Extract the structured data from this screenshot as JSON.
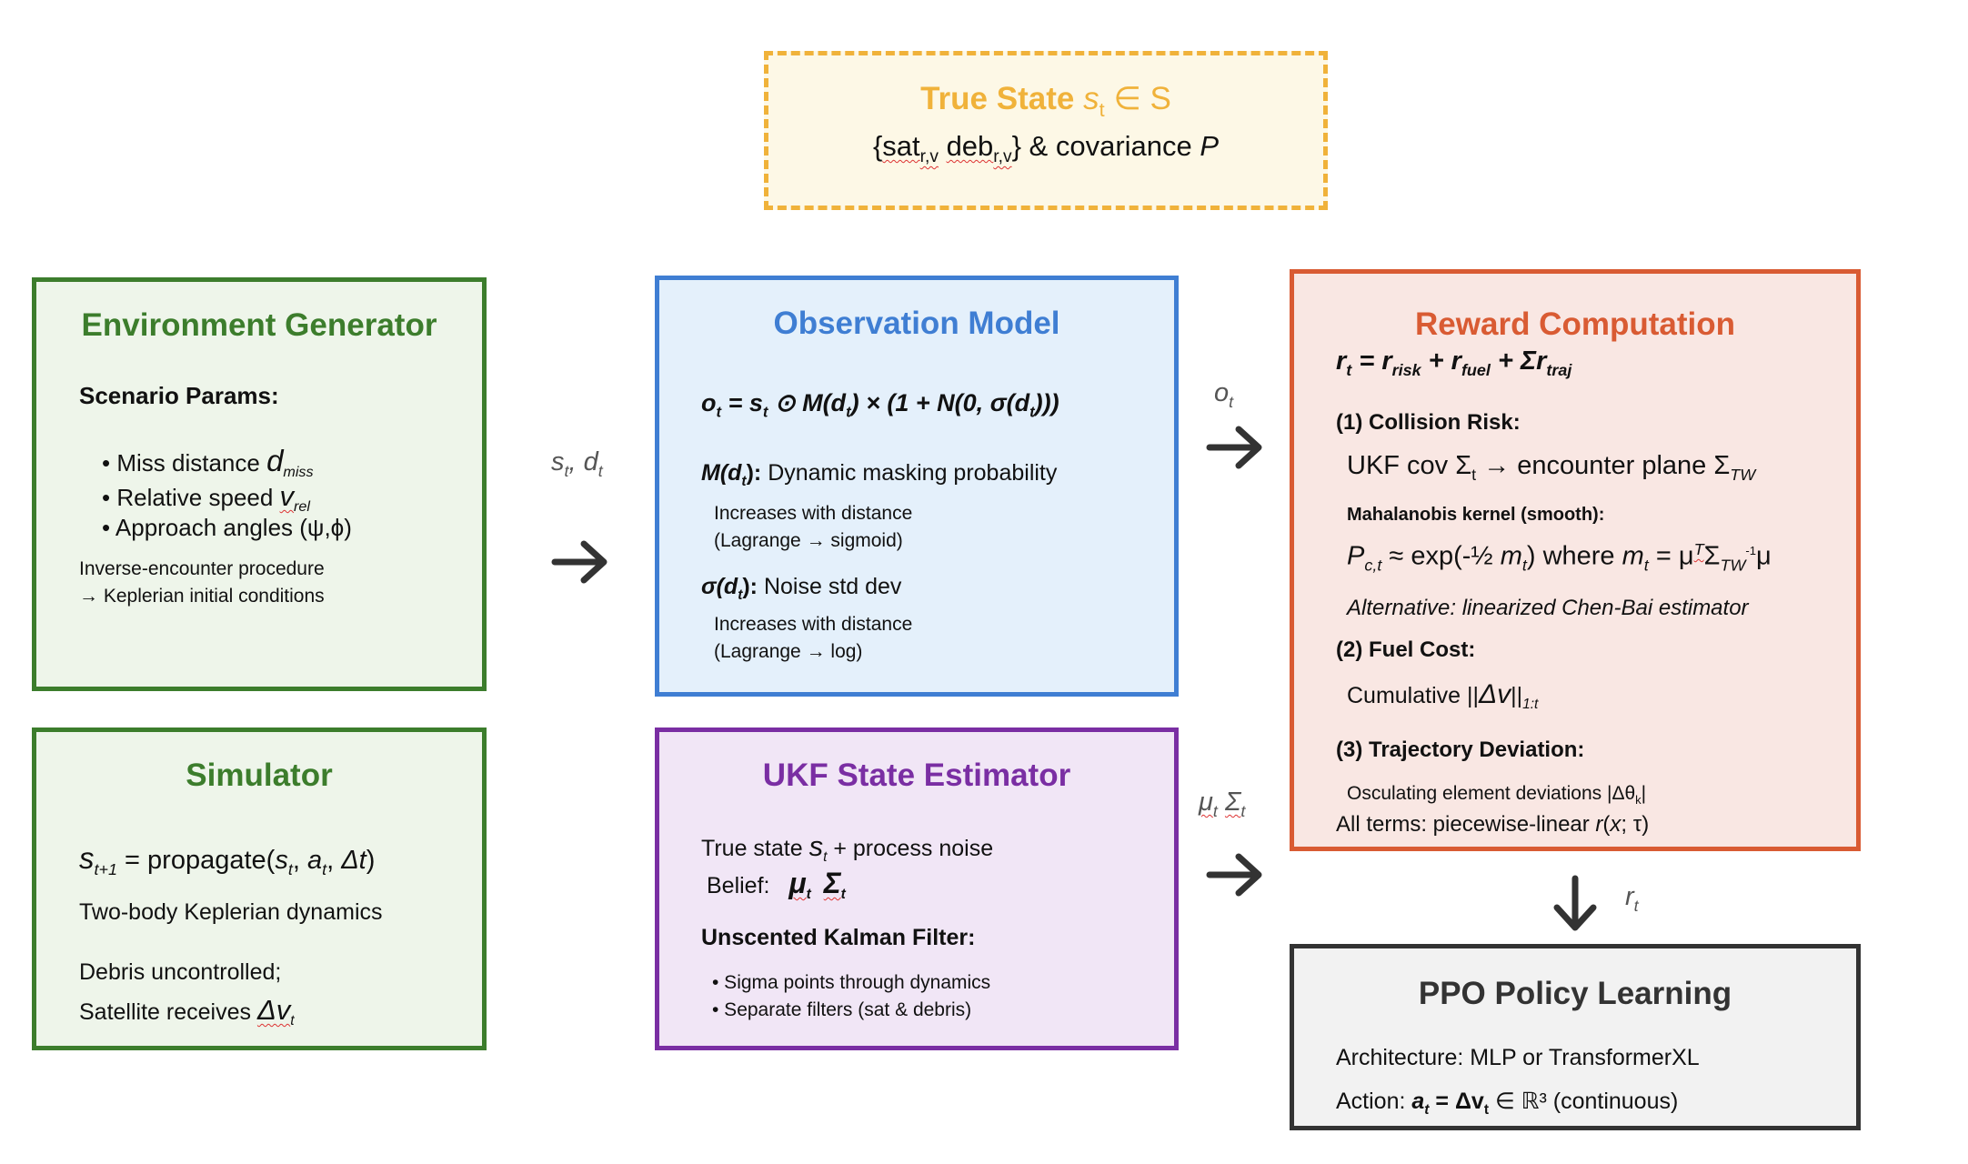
{
  "true_state": {
    "title_text": "True State ",
    "title_var": "s",
    "title_sub": "t",
    "title_tail": " ∈ S",
    "line_open": "{",
    "sat": "sat",
    "sat_sub": "r,v",
    "deb": "deb",
    "deb_sub": "r,v",
    "line_close": "} & covariance ",
    "cov_var": "P"
  },
  "env": {
    "title": "Environment Generator",
    "scenario_label": "Scenario Params:",
    "b1_text": "• Miss distance ",
    "b1_var": "d",
    "b1_sub": "miss",
    "b2_text": "• Relative speed ",
    "b2_var": "v",
    "b2_sub": "rel",
    "b3_text": "• Approach angles (ψ,ϕ)",
    "proc1": "Inverse-encounter procedure",
    "proc2": "→ Keplerian initial conditions"
  },
  "sim": {
    "title": "Simulator",
    "eq_var": "s",
    "eq_sub": "t+1",
    "eq_mid": " = propagate(",
    "eq_s": "s",
    "eq_s_sub": "t",
    "eq_a": "a",
    "eq_a_sub": "t",
    "eq_dt": "Δt",
    "eq_close": ")",
    "dyn": "Two-body Keplerian dynamics",
    "deb1": "Debris uncontrolled;",
    "deb2": "Satellite receives ",
    "dv": "Δv",
    "dv_sub": "t"
  },
  "obs": {
    "title": "Observation Model",
    "eq": "o",
    "eq_sub": "t",
    "eq_mid": " = s",
    "eq_mid_sub": "t",
    "eq_tail": " ⊙ M(d",
    "eq_tail_sub": "t",
    "eq_end": ") × (1 + N(0, σ(d",
    "eq_end_sub": "t",
    "eq_close": ")))",
    "m_label": "M(d",
    "m_sub": "t",
    "m_close": "):",
    "m_desc": " Dynamic masking probability",
    "m_l1": "Increases with distance",
    "m_l2": "(Lagrange → sigmoid)",
    "s_label": "σ(d",
    "s_sub": "t",
    "s_close": "):",
    "s_desc": " Noise std dev",
    "s_l1": "Increases with distance",
    "s_l2": "(Lagrange → log)"
  },
  "ukf": {
    "title": "UKF State Estimator",
    "l1_a": "True state ",
    "l1_var": "s",
    "l1_sub": "t",
    "l1_b": " + process noise",
    "belief": "Belief:",
    "mu": "μ",
    "mu_sub": "t",
    "sig": "Σ",
    "sig_sub": "t",
    "filter": "Unscented Kalman Filter:",
    "f1": "• Sigma points through dynamics",
    "f2": "• Separate filters (sat & debris)"
  },
  "rew": {
    "title": "Reward Computation",
    "eq": "r",
    "eq_sub": "t",
    "eq2": " = r",
    "eq2_sub": "risk",
    "eq3": " + r",
    "eq3_sub": "fuel",
    "eq4": " + Σr",
    "eq4_sub": "traj",
    "h1": "(1) Collision Risk:",
    "ukf_a": "UKF cov Σ",
    "ukf_sub": "t",
    "ukf_b": " → encounter plane Σ",
    "ukf_sub2": "TW",
    "kernel": "Mahalanobis kernel (smooth):",
    "pc": "P",
    "pc_sub": "c,t",
    "pc_b": " ≈ exp(-½ ",
    "pc_m": "m",
    "pc_m_sub": "t",
    "pc_c": ") where ",
    "pc_m2": "m",
    "pc_m2_sub": "t",
    "pc_d": " = μ",
    "pc_T": "T",
    "pc_e": "Σ",
    "pc_e_sub": "TW",
    "pc_inv": "-1",
    "pc_f": "μ",
    "alt": "Alternative: linearized Chen-Bai estimator",
    "h2": "(2) Fuel Cost:",
    "cum": "Cumulative ||",
    "cum_dv": "Δv",
    "cum_end": "||",
    "cum_sub": "1:t",
    "h3": "(3) Trajectory Deviation:",
    "osc": "Osculating element deviations |Δθ",
    "osc_sub": "k",
    "osc_end": "|",
    "all_a": "All terms: piecewise-linear ",
    "all_b": "r",
    "all_c": "(",
    "all_d": "x",
    "all_e": "; τ)"
  },
  "ppo": {
    "title": "PPO Policy Learning",
    "arch": "Architecture: MLP or TransformerXL",
    "act_a": "Action: ",
    "act_b": "a",
    "act_b_sub": "t",
    "act_c": " = Δv",
    "act_c_sub": "t",
    "act_d": " ∈ ℝ³ (continuous)"
  },
  "edges": {
    "s_d": "s",
    "s_d_sub": "t",
    "s_d_sep": ", ",
    "s_d_d": "d",
    "s_d_d_sub": "t",
    "o": "o",
    "o_sub": "t",
    "mu": "μ",
    "mu_sub": "t",
    "sig": "Σ",
    "sig_sub": "t",
    "r": "r",
    "r_sub": "t"
  },
  "colors": {
    "true_state": "#f0b23a",
    "env": "#3c7d2c",
    "obs": "#3f7ed3",
    "ukf": "#7a2ea3",
    "rew": "#d95b33",
    "ppo": "#333333"
  }
}
